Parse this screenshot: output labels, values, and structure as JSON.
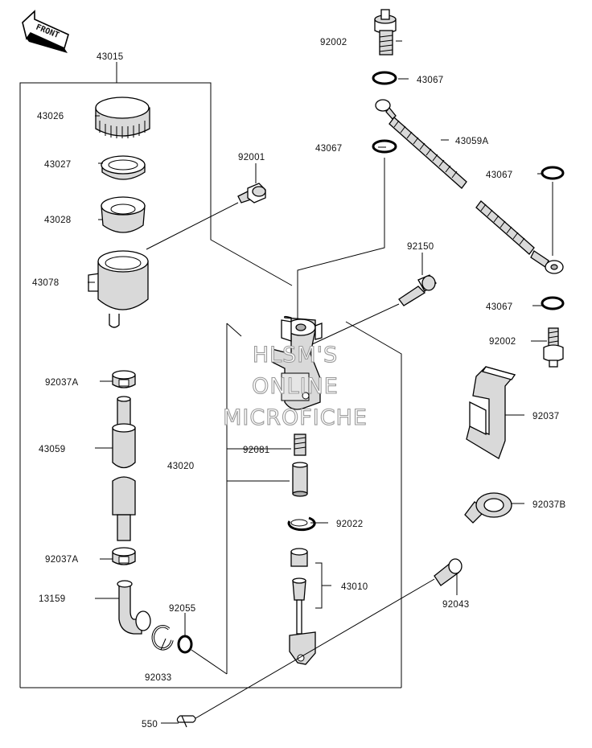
{
  "labels": {
    "front": "FRONT",
    "p43015": "43015",
    "p43026": "43026",
    "p43027": "43027",
    "p43028": "43028",
    "p43078": "43078",
    "p92037A_top": "92037A",
    "p43059": "43059",
    "p92037A_bot": "92037A",
    "p13159": "13159",
    "p92033": "92033",
    "p92055": "92055",
    "p92001": "92001",
    "p92002_top": "92002",
    "p43067_a": "43067",
    "p43067_b": "43067",
    "p43059A": "43059A",
    "p43067_c": "43067",
    "p92150": "92150",
    "p43067_d": "43067",
    "p92002_bot": "92002",
    "p92037": "92037",
    "p92037B": "92037B",
    "p43020": "43020",
    "p92081": "92081",
    "p92022": "92022",
    "p43010": "43010",
    "p92043": "92043",
    "p550": "550"
  },
  "watermark": {
    "line1": "HLSM'S",
    "line2": "ONLINE",
    "line3": "MICROFICHE"
  }
}
